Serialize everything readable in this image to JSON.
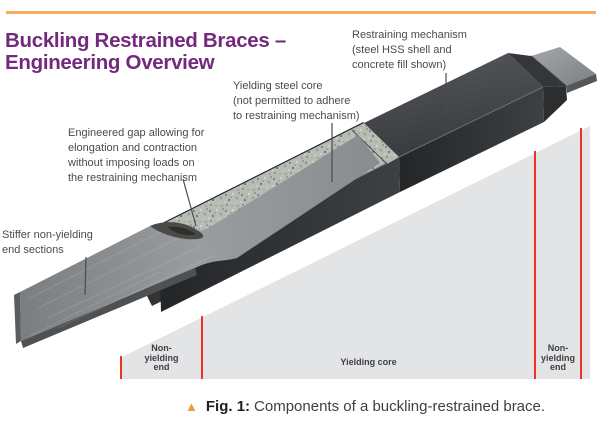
{
  "title": {
    "line1": "Buckling Restrained Braces –",
    "line2": "Engineering Overview",
    "color": "#73297d"
  },
  "annotations": [
    {
      "id": "restraining-mechanism",
      "lines": [
        "Restraining mechanism",
        "(steel HSS shell and",
        "concrete fill shown)"
      ]
    },
    {
      "id": "yielding-steel-core",
      "lines": [
        "Yielding steel core",
        "(not permitted to adhere",
        "to restraining mechanism)"
      ]
    },
    {
      "id": "engineered-gap",
      "lines": [
        "Engineered gap allowing for",
        "elongation and contraction",
        "without imposing loads on",
        "the restraining mechanism"
      ]
    },
    {
      "id": "stiffer-ends",
      "lines": [
        "Stiffer non-yielding",
        "end sections"
      ]
    }
  ],
  "zones": {
    "left": {
      "lines": [
        "Non-",
        "yielding",
        "end"
      ]
    },
    "middle": {
      "label": "Yielding core"
    },
    "right": {
      "lines": [
        "Non-",
        "yielding",
        "end"
      ]
    }
  },
  "caption": {
    "marker": "▲",
    "figure_label": "Fig. 1:",
    "text": "Components of a buckling-restrained brace."
  },
  "colors": {
    "top_rule": "#f6ab60",
    "title_purple": "#73297d",
    "annotation_text": "#4a4b4d",
    "zone_band": "#e3e4e5",
    "zone_divider_red": "#ee3124",
    "zone_text": "#3f4042",
    "caption_marker_orange": "#ef9b3d",
    "shell_dark": "#3c3e41",
    "shell_front_dark": "#27292b",
    "concrete_base": "#b7bcb5",
    "steel_core_gray": "#8f9294"
  }
}
